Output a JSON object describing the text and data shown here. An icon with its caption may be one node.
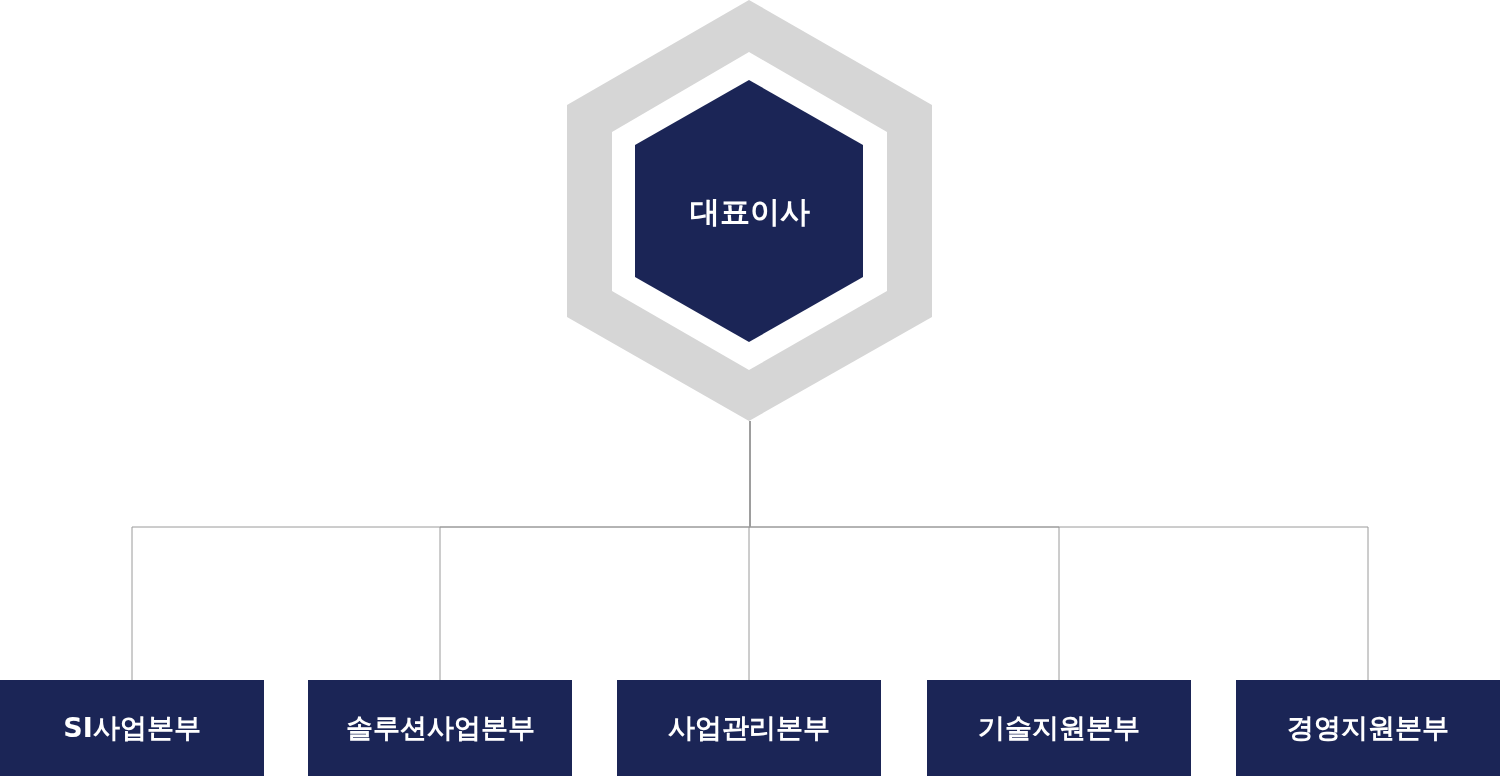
{
  "diagram": {
    "nodes": [
      {
        "text": [
          "대표이사"
        ]
      },
      {
        "text": [
          "SI사업본부"
        ]
      },
      {
        "text": [
          "솔루션사업본부"
        ]
      },
      {
        "text": [
          "사업관리본부"
        ]
      },
      {
        "text": [
          "기술지원본부"
        ]
      },
      {
        "text": [
          "경영지원본부"
        ]
      }
    ],
    "edges": [
      {
        "from": 0,
        "to": 1,
        "arrow": "none"
      },
      {
        "from": 0,
        "to": 2,
        "arrow": "none"
      },
      {
        "from": 0,
        "to": 3,
        "arrow": "none"
      },
      {
        "from": 0,
        "to": 4,
        "arrow": "none"
      },
      {
        "from": 0,
        "to": 5,
        "arrow": "none"
      }
    ]
  }
}
